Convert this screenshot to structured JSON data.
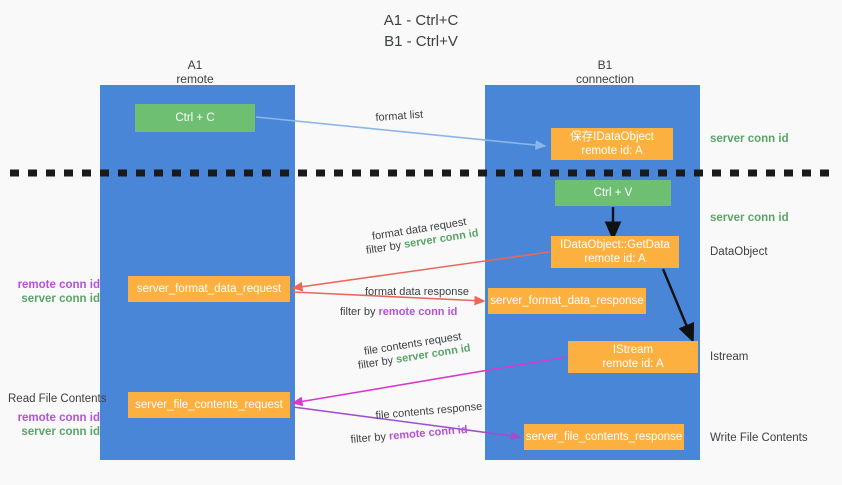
{
  "title": {
    "line1": "A1 - Ctrl+C",
    "line2": "B1 - Ctrl+V"
  },
  "colors": {
    "lane": "#4a86d8",
    "green_box": "#6fbf73",
    "orange_box": "#fbb040",
    "green_text": "#5aa469",
    "purple_text": "#b452d6",
    "arrow_blue": "#8ab6e8",
    "arrow_red": "#e8685a",
    "arrow_magenta": "#d63ad1",
    "arrow_purple": "#a04fd0",
    "arrow_black": "#111111",
    "background": "#f9f9f9"
  },
  "columns": [
    {
      "name": "A1",
      "subtitle": "remote"
    },
    {
      "name": "B1",
      "subtitle": "connection"
    }
  ],
  "boxes": {
    "ctrl_c": "Ctrl + C",
    "save_dataobject": {
      "line1": "保存IDataObject",
      "line2": "remote id: A"
    },
    "ctrl_v": "Ctrl + V",
    "getdata": {
      "line1": "IDataObject::GetData",
      "line2": "remote id: A"
    },
    "server_format_data_request": "server_format_data_request",
    "server_format_data_response": "server_format_data_response",
    "istream": {
      "line1": "IStream",
      "line2": "remote id: A"
    },
    "server_file_contents_request": "server_file_contents_request",
    "server_file_contents_response": "server_file_contents_response"
  },
  "arrow_labels": {
    "format_list": "format list",
    "format_data_request": "format data request",
    "format_data_request_filter_prefix": "filter by ",
    "format_data_request_filter_value": "server conn id",
    "format_data_response": "format data response",
    "format_data_response_filter_prefix": "filter by ",
    "format_data_response_filter_value": "remote conn id",
    "file_contents_request": "file contents request",
    "file_contents_request_filter_prefix": "filter by ",
    "file_contents_request_filter_value": "server conn id",
    "file_contents_response": "file contents response",
    "file_contents_response_filter_prefix": "filter by ",
    "file_contents_response_filter_value": "remote conn id"
  },
  "side_labels": {
    "server_conn_id_top": "server conn id",
    "server_conn_id_second": "server conn id",
    "dataobject": "DataObject",
    "istream": "Istream",
    "write_file_contents": "Write File Contents",
    "read_file_contents": "Read File Contents",
    "remote_conn_id_mid": "remote conn id",
    "server_conn_id_mid": "server conn id",
    "remote_conn_id_low": "remote conn id",
    "server_conn_id_low": "server conn id"
  }
}
